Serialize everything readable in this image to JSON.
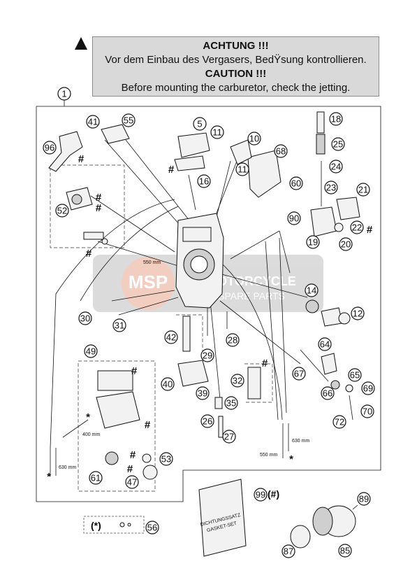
{
  "warning": {
    "title_de": "ACHTUNG !!!",
    "text_de": "Vor dem Einbau des Vergasers, BedŸsung kontrollieren.",
    "title_en": "CAUTION !!!",
    "text_en": "Before mounting the carburetor, check the jetting."
  },
  "callouts": {
    "c1": "1",
    "c96": "96",
    "c41": "41",
    "c55": "55",
    "c5": "5",
    "c11a": "11",
    "c10": "10",
    "c68": "68",
    "c11b": "11",
    "c60": "60",
    "c18": "18",
    "c25": "25",
    "c24": "24",
    "c23": "23",
    "c21": "21",
    "c22": "22",
    "c19": "19",
    "c20": "20",
    "c52": "52",
    "c16": "16",
    "c90": "90",
    "c14": "14",
    "c12": "12",
    "c30": "30",
    "c31": "31",
    "c42": "42",
    "c29": "29",
    "c28": "28",
    "c64": "64",
    "c49": "49",
    "c67": "67",
    "c65": "65",
    "c66": "66",
    "c69": "69",
    "c70": "70",
    "c32": "32",
    "c40": "40",
    "c39": "39",
    "c35": "35",
    "c26": "26",
    "c27": "27",
    "c72": "72",
    "c53": "53",
    "c61": "61",
    "c47": "47",
    "c99": "99",
    "c89": "89",
    "c56": "56",
    "c87": "87",
    "c85": "85"
  },
  "labels": {
    "hash": "#",
    "star": "*",
    "dim_550_top": "550 mm",
    "dim_400": "400 mm",
    "dim_630_left": "630 mm",
    "dim_630_right": "630 mm",
    "dim_550_bottom": "550 mm",
    "paren_hash": "(#)",
    "paren_star": "(*)",
    "gasket_de": "DICHTUNGSSATZ",
    "gasket_en": "GASKET-SET"
  },
  "watermark": {
    "logo": "MSP",
    "line1": "MOTORCYCLE",
    "line2": "SPARE PARTS"
  }
}
